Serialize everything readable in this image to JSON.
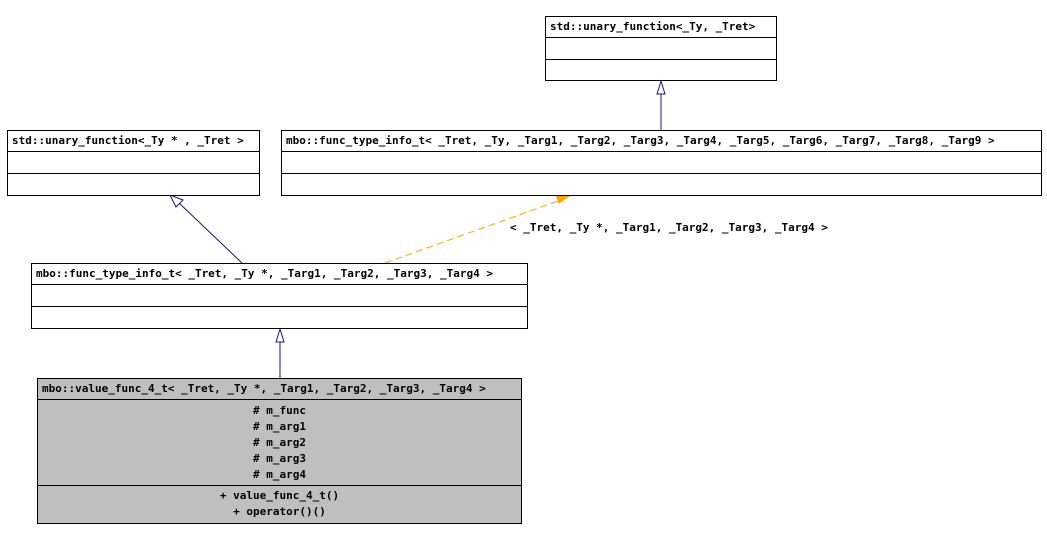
{
  "classes": {
    "std_unary_function_ty_tret": {
      "title": "std::unary_function<_Ty, _Tret>"
    },
    "std_unary_function_typtr_tret": {
      "title": "std::unary_function<_Ty * , _Tret >"
    },
    "func_type_info_generic": {
      "title": "mbo::func_type_info_t< _Tret, _Ty, _Targ1, _Targ2, _Targ3, _Targ4, _Targ5, _Targ6, _Targ7, _Targ8, _Targ9 >"
    },
    "func_type_info_4": {
      "title": "mbo::func_type_info_t< _Tret, _Ty *, _Targ1, _Targ2, _Targ3, _Targ4 >"
    },
    "value_func_4": {
      "title": "mbo::value_func_4_t< _Tret, _Ty *, _Targ1, _Targ2, _Targ3, _Targ4 >",
      "attributes": [
        "# m_func",
        "# m_arg1",
        "# m_arg2",
        "# m_arg3",
        "# m_arg4"
      ],
      "methods": [
        "+ value_func_4_t()",
        "+ operator()()"
      ]
    }
  },
  "template_binding_label": "< _Tret, _Ty *, _Targ1, _Targ2, _Targ3, _Targ4 >",
  "colors": {
    "inheritance_edge": "#191970",
    "template_edge": "#ffa500",
    "highlight_fill": "#bfbfbf"
  }
}
